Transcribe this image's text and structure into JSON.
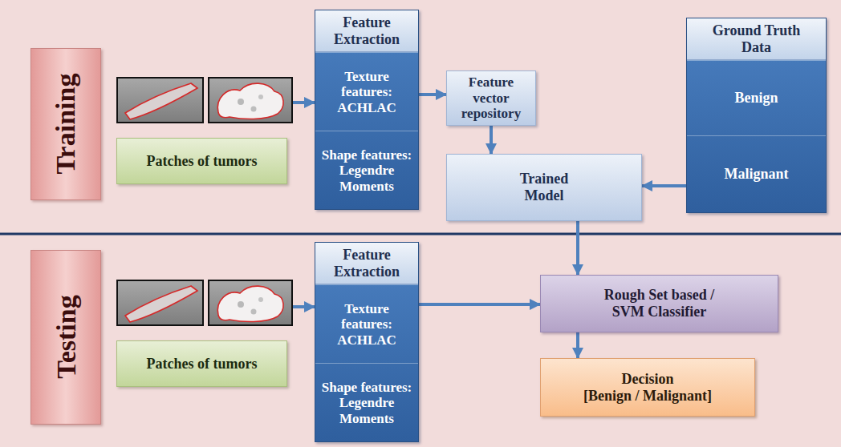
{
  "diagram": {
    "nodes": [
      {
        "text": [
          "Training"
        ]
      },
      {
        "text": [
          "Patches of tumors"
        ]
      },
      {
        "text": [
          "Feature Extraction"
        ]
      },
      {
        "text": [
          "Texture features: ACHLAC"
        ],
        "in": 2
      },
      {
        "text": [
          "Shape features: Legendre Moments"
        ],
        "in": 2
      },
      {
        "text": [
          "Feature vector repository"
        ]
      },
      {
        "text": [
          "Trained Model"
        ]
      },
      {
        "text": [
          "Ground Truth Data"
        ]
      },
      {
        "text": [
          "Benign"
        ],
        "in": 7
      },
      {
        "text": [
          "Malignant"
        ],
        "in": 7
      },
      {
        "text": [
          "Testing"
        ]
      },
      {
        "text": [
          "Patches of tumors"
        ]
      },
      {
        "text": [
          "Feature Extraction"
        ]
      },
      {
        "text": [
          "Texture features: ACHLAC"
        ],
        "in": 12
      },
      {
        "text": [
          "Shape features: Legendre Moments"
        ],
        "in": 12
      },
      {
        "text": [
          "Rough Set based / SVM Classifier"
        ]
      },
      {
        "text": [
          "Decision",
          "[Benign / Malignant]"
        ]
      }
    ],
    "edges": [
      {
        "from": 1,
        "to": 2,
        "arrow": "to"
      },
      {
        "from": 2,
        "to": 5,
        "arrow": "to"
      },
      {
        "from": 5,
        "to": 6,
        "arrow": "to"
      },
      {
        "from": 7,
        "to": 6,
        "arrow": "to"
      },
      {
        "from": 6,
        "to": 15,
        "arrow": "to"
      },
      {
        "from": 11,
        "to": 12,
        "arrow": "to"
      },
      {
        "from": 12,
        "to": 15,
        "arrow": "to"
      },
      {
        "from": 15,
        "to": 16,
        "arrow": "to"
      }
    ]
  }
}
